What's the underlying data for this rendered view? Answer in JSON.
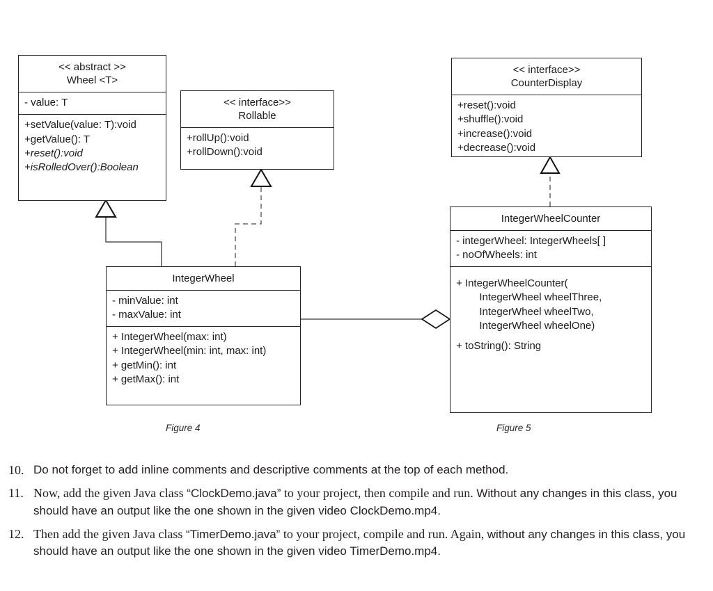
{
  "diagram": {
    "classes": {
      "wheel": {
        "stereotype": "<< abstract >>",
        "name": "Wheel <T>",
        "attributes": [
          "- value: T"
        ],
        "methods": [
          {
            "text": "+setValue(value: T):void",
            "abstract": false
          },
          {
            "text": "+getValue(): T",
            "abstract": false
          },
          {
            "text": "+reset():void",
            "abstract": true
          },
          {
            "text": "+isRolledOver():Boolean",
            "abstract": true
          }
        ]
      },
      "rollable": {
        "stereotype": "<< interface>>",
        "name": "Rollable",
        "methods": [
          {
            "text": "+rollUp():void",
            "abstract": false
          },
          {
            "text": "+rollDown():void",
            "abstract": false
          }
        ]
      },
      "counter_display": {
        "stereotype": "<< interface>>",
        "name": "CounterDisplay",
        "methods": [
          {
            "text": "+reset():void",
            "abstract": false
          },
          {
            "text": "+shuffle():void",
            "abstract": false
          },
          {
            "text": "+increase():void",
            "abstract": false
          },
          {
            "text": "+decrease():void",
            "abstract": false
          }
        ]
      },
      "integer_wheel": {
        "name": "IntegerWheel",
        "attributes": [
          "- minValue: int",
          "- maxValue: int"
        ],
        "methods": [
          {
            "text": "+ IntegerWheel(max: int)",
            "abstract": false
          },
          {
            "text": "+ IntegerWheel(min: int, max: int)",
            "abstract": false
          },
          {
            "text": "+ getMin(): int",
            "abstract": false
          },
          {
            "text": "+ getMax(): int",
            "abstract": false
          }
        ]
      },
      "integer_wheel_counter": {
        "name": "IntegerWheelCounter",
        "attributes": [
          "- integerWheel: IntegerWheels[ ]",
          "- noOfWheels: int"
        ],
        "methods": [
          {
            "text": "+ IntegerWheelCounter(",
            "abstract": false
          },
          {
            "text": "        IntegerWheel wheelThree,",
            "abstract": false
          },
          {
            "text": "        IntegerWheel wheelTwo,",
            "abstract": false
          },
          {
            "text": "        IntegerWheel wheelOne)",
            "abstract": false
          },
          {
            "text": "+ toString(): String",
            "abstract": false
          }
        ]
      }
    },
    "relationships": [
      {
        "name": "integerwheel-generalizes-wheel",
        "type": "generalization",
        "from": "IntegerWheel",
        "to": "Wheel <T>",
        "style": "solid",
        "arrow": "hollow-triangle"
      },
      {
        "name": "integerwheel-realizes-rollable",
        "type": "realization",
        "from": "IntegerWheel",
        "to": "Rollable",
        "style": "dashed",
        "arrow": "hollow-triangle"
      },
      {
        "name": "counter-realizes-counterdisplay",
        "type": "realization",
        "from": "IntegerWheelCounter",
        "to": "CounterDisplay",
        "style": "dashed",
        "arrow": "hollow-triangle"
      },
      {
        "name": "counter-aggregates-integerwheel",
        "type": "aggregation",
        "from": "IntegerWheelCounter",
        "to": "IntegerWheel",
        "style": "solid",
        "arrow": "hollow-diamond"
      }
    ],
    "captions": {
      "figure4": "Figure 4",
      "figure5": "Figure 5"
    },
    "colors": {
      "stroke": "#222222",
      "text": "#1b1b1b",
      "background": "#ffffff"
    }
  },
  "instructions": [
    {
      "number": "10.",
      "segments": [
        {
          "text": "Do not forget to add inline comments and descriptive comments at the top of each method.",
          "font": "sans"
        }
      ]
    },
    {
      "number": "11.",
      "segments": [
        {
          "text": "Now, add the given Java class ",
          "font": "serif"
        },
        {
          "text": "“ClockDemo.java”",
          "font": "sans"
        },
        {
          "text": " to your project, then compile and run. ",
          "font": "serif"
        },
        {
          "text": "Without any changes in this class, you should have an output like the one shown in the given video ClockDemo.mp4.",
          "font": "sans"
        }
      ]
    },
    {
      "number": "12.",
      "segments": [
        {
          "text": "Then add the given Java class ",
          "font": "serif"
        },
        {
          "text": "“TimerDemo.java”",
          "font": "sans"
        },
        {
          "text": " to your project, compile and run. Again, ",
          "font": "serif"
        },
        {
          "text": "without any changes in this class, you should have an output like the one shown in the given video TimerDemo.mp4.",
          "font": "sans"
        }
      ]
    }
  ]
}
